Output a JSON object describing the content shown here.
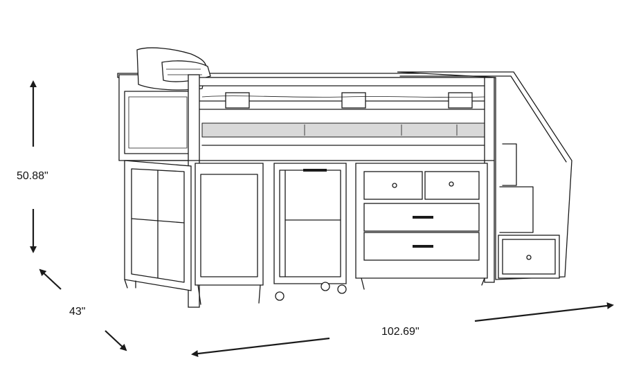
{
  "dimensions": {
    "height": "50.88\"",
    "depth": "43\"",
    "width": "102.69\""
  },
  "colors": {
    "line": "#1a1a1a",
    "background": "#ffffff",
    "shade": "#d9d9d9"
  },
  "icons": {
    "height_arrow": "vertical-double-arrow",
    "depth_arrow": "diagonal-double-arrow",
    "width_arrow": "horizontal-double-arrow"
  }
}
